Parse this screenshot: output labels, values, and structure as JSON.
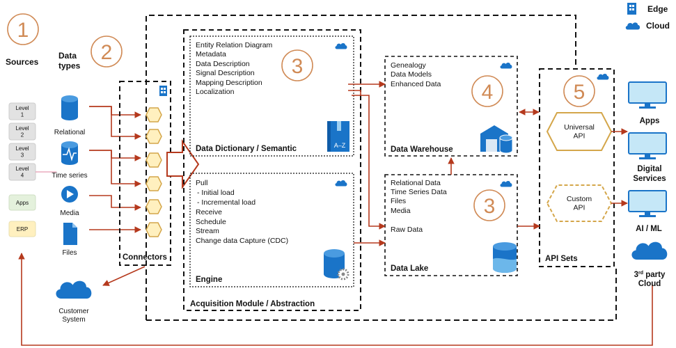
{
  "legend": {
    "edge": "Edge",
    "cloud": "Cloud"
  },
  "numbers": {
    "sources": "1",
    "data_types": "2",
    "dictionary": "3",
    "warehouse": "4",
    "lake": "3",
    "api": "5"
  },
  "sources": {
    "title": "Sources",
    "levels": [
      "Level\n1",
      "Level\n2",
      "Level\n3",
      "Level\n4"
    ],
    "apps": "Apps",
    "erp": "ERP"
  },
  "data_types": {
    "title": "Data\ntypes",
    "items": [
      "Relational",
      "Time series",
      "Media",
      "Files"
    ]
  },
  "connectors": {
    "title": "Connectors"
  },
  "acquisition": {
    "title": "Acquisition Module / Abstraction"
  },
  "dictionary": {
    "title": "Data Dictionary / Semantic",
    "lines": [
      "Entity Relation Diagram",
      "Metadata",
      "Data Description",
      "Signal Description",
      "Mapping Description",
      "Localization"
    ],
    "book_label": "A–Z"
  },
  "engine": {
    "title": "Engine",
    "lines": [
      "Pull",
      "-   Initial load",
      "-   Incremental load",
      "Receive",
      "Schedule",
      "Stream",
      "Change data Capture (CDC)"
    ]
  },
  "warehouse": {
    "title": "Data Warehouse",
    "lines": [
      "Genealogy",
      "Data Models",
      "Enhanced Data"
    ]
  },
  "lake": {
    "title": "Data Lake",
    "lines": [
      "Relational Data",
      "Time Series Data",
      "Files",
      "Media"
    ],
    "raw": "Raw Data"
  },
  "api": {
    "title": "API Sets",
    "universal": "Universal\nAPI",
    "custom": "Custom\nAPI"
  },
  "outputs": {
    "apps": "Apps",
    "digital": "Digital\nServices",
    "aiml": "AI / ML",
    "thirdparty_pre": "3",
    "thirdparty_sup": "rd",
    "thirdparty_post": " party",
    "thirdparty_line2": "Cloud"
  },
  "customer": "Customer\nSystem",
  "colors": {
    "arrow": "#b5391d",
    "accent": "#d08a55",
    "icon_blue": "#1a74c8",
    "box_gray": "#e2e2e2",
    "box_green": "#e4f1dc",
    "box_yellow": "#fff0bf"
  }
}
